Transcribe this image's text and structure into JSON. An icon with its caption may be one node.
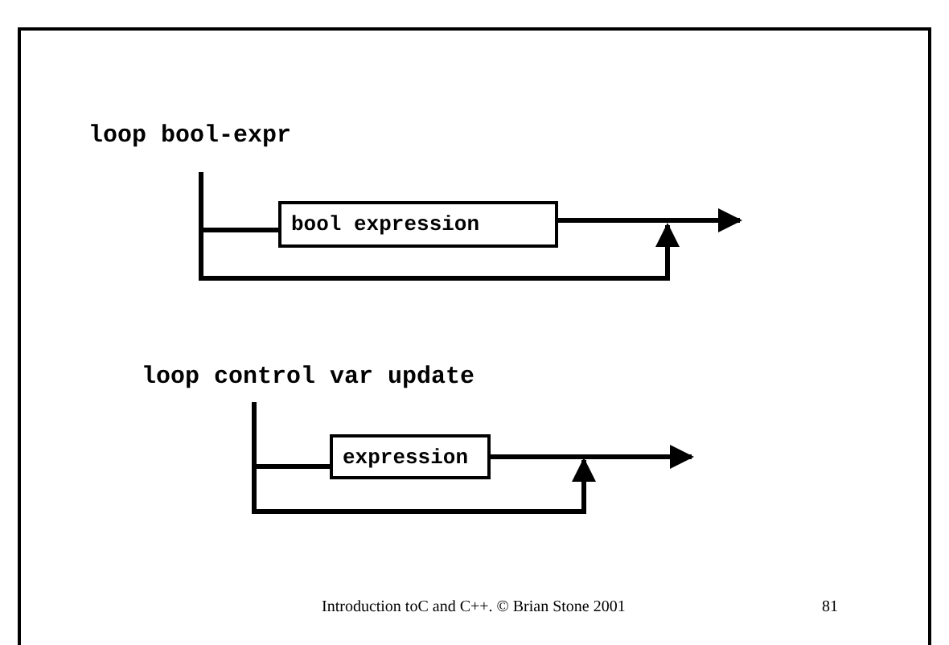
{
  "diagram": {
    "nodes": [
      {
        "text": [
          "bool expression"
        ]
      },
      {
        "text": [
          "expression"
        ]
      }
    ],
    "edges": [
      {
        "from": null,
        "to": 0,
        "arrow": "none"
      },
      {
        "from": 0,
        "to": null,
        "arrow": "to"
      },
      {
        "from": null,
        "to": 1,
        "arrow": "none"
      },
      {
        "from": 1,
        "to": null,
        "arrow": "to"
      }
    ],
    "labels": [
      "loop bool-expr",
      "loop control var update",
      "Introduction toC and C++. © Brian Stone 2001",
      "81"
    ]
  }
}
